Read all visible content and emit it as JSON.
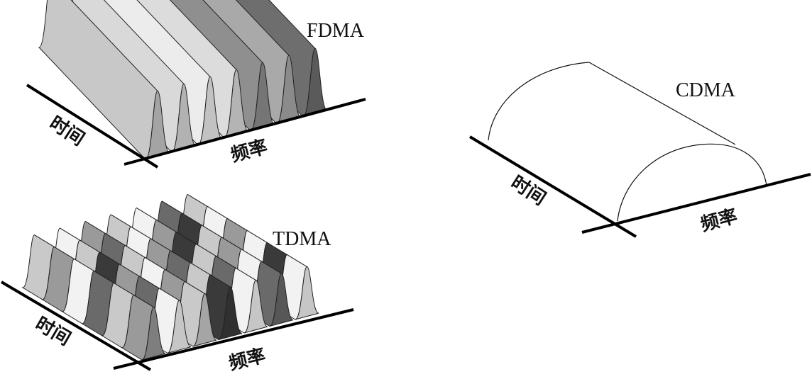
{
  "diagrams": {
    "fdma": {
      "title": "FDMA",
      "time_axis": "时间",
      "freq_axis": "频率"
    },
    "tdma": {
      "title": "TDMA",
      "time_axis": "时间",
      "freq_axis": "频率"
    },
    "cdma": {
      "title": "CDMA",
      "time_axis": "时间",
      "freq_axis": "频率"
    }
  },
  "colors": {
    "background": "#ffffff",
    "axis": "#000000",
    "fdma_channels": [
      "#c8c8c8",
      "#d9d9d9",
      "#ececec",
      "#dcdcdc",
      "#8f8f8f",
      "#a9a9a9",
      "#6e6e6e"
    ],
    "tdma_shades": [
      "#f2f2f2",
      "#c9c9c9",
      "#9a9a9a",
      "#6a6a6a",
      "#3a3a3a"
    ],
    "cdma_fill": "#ffffff"
  }
}
